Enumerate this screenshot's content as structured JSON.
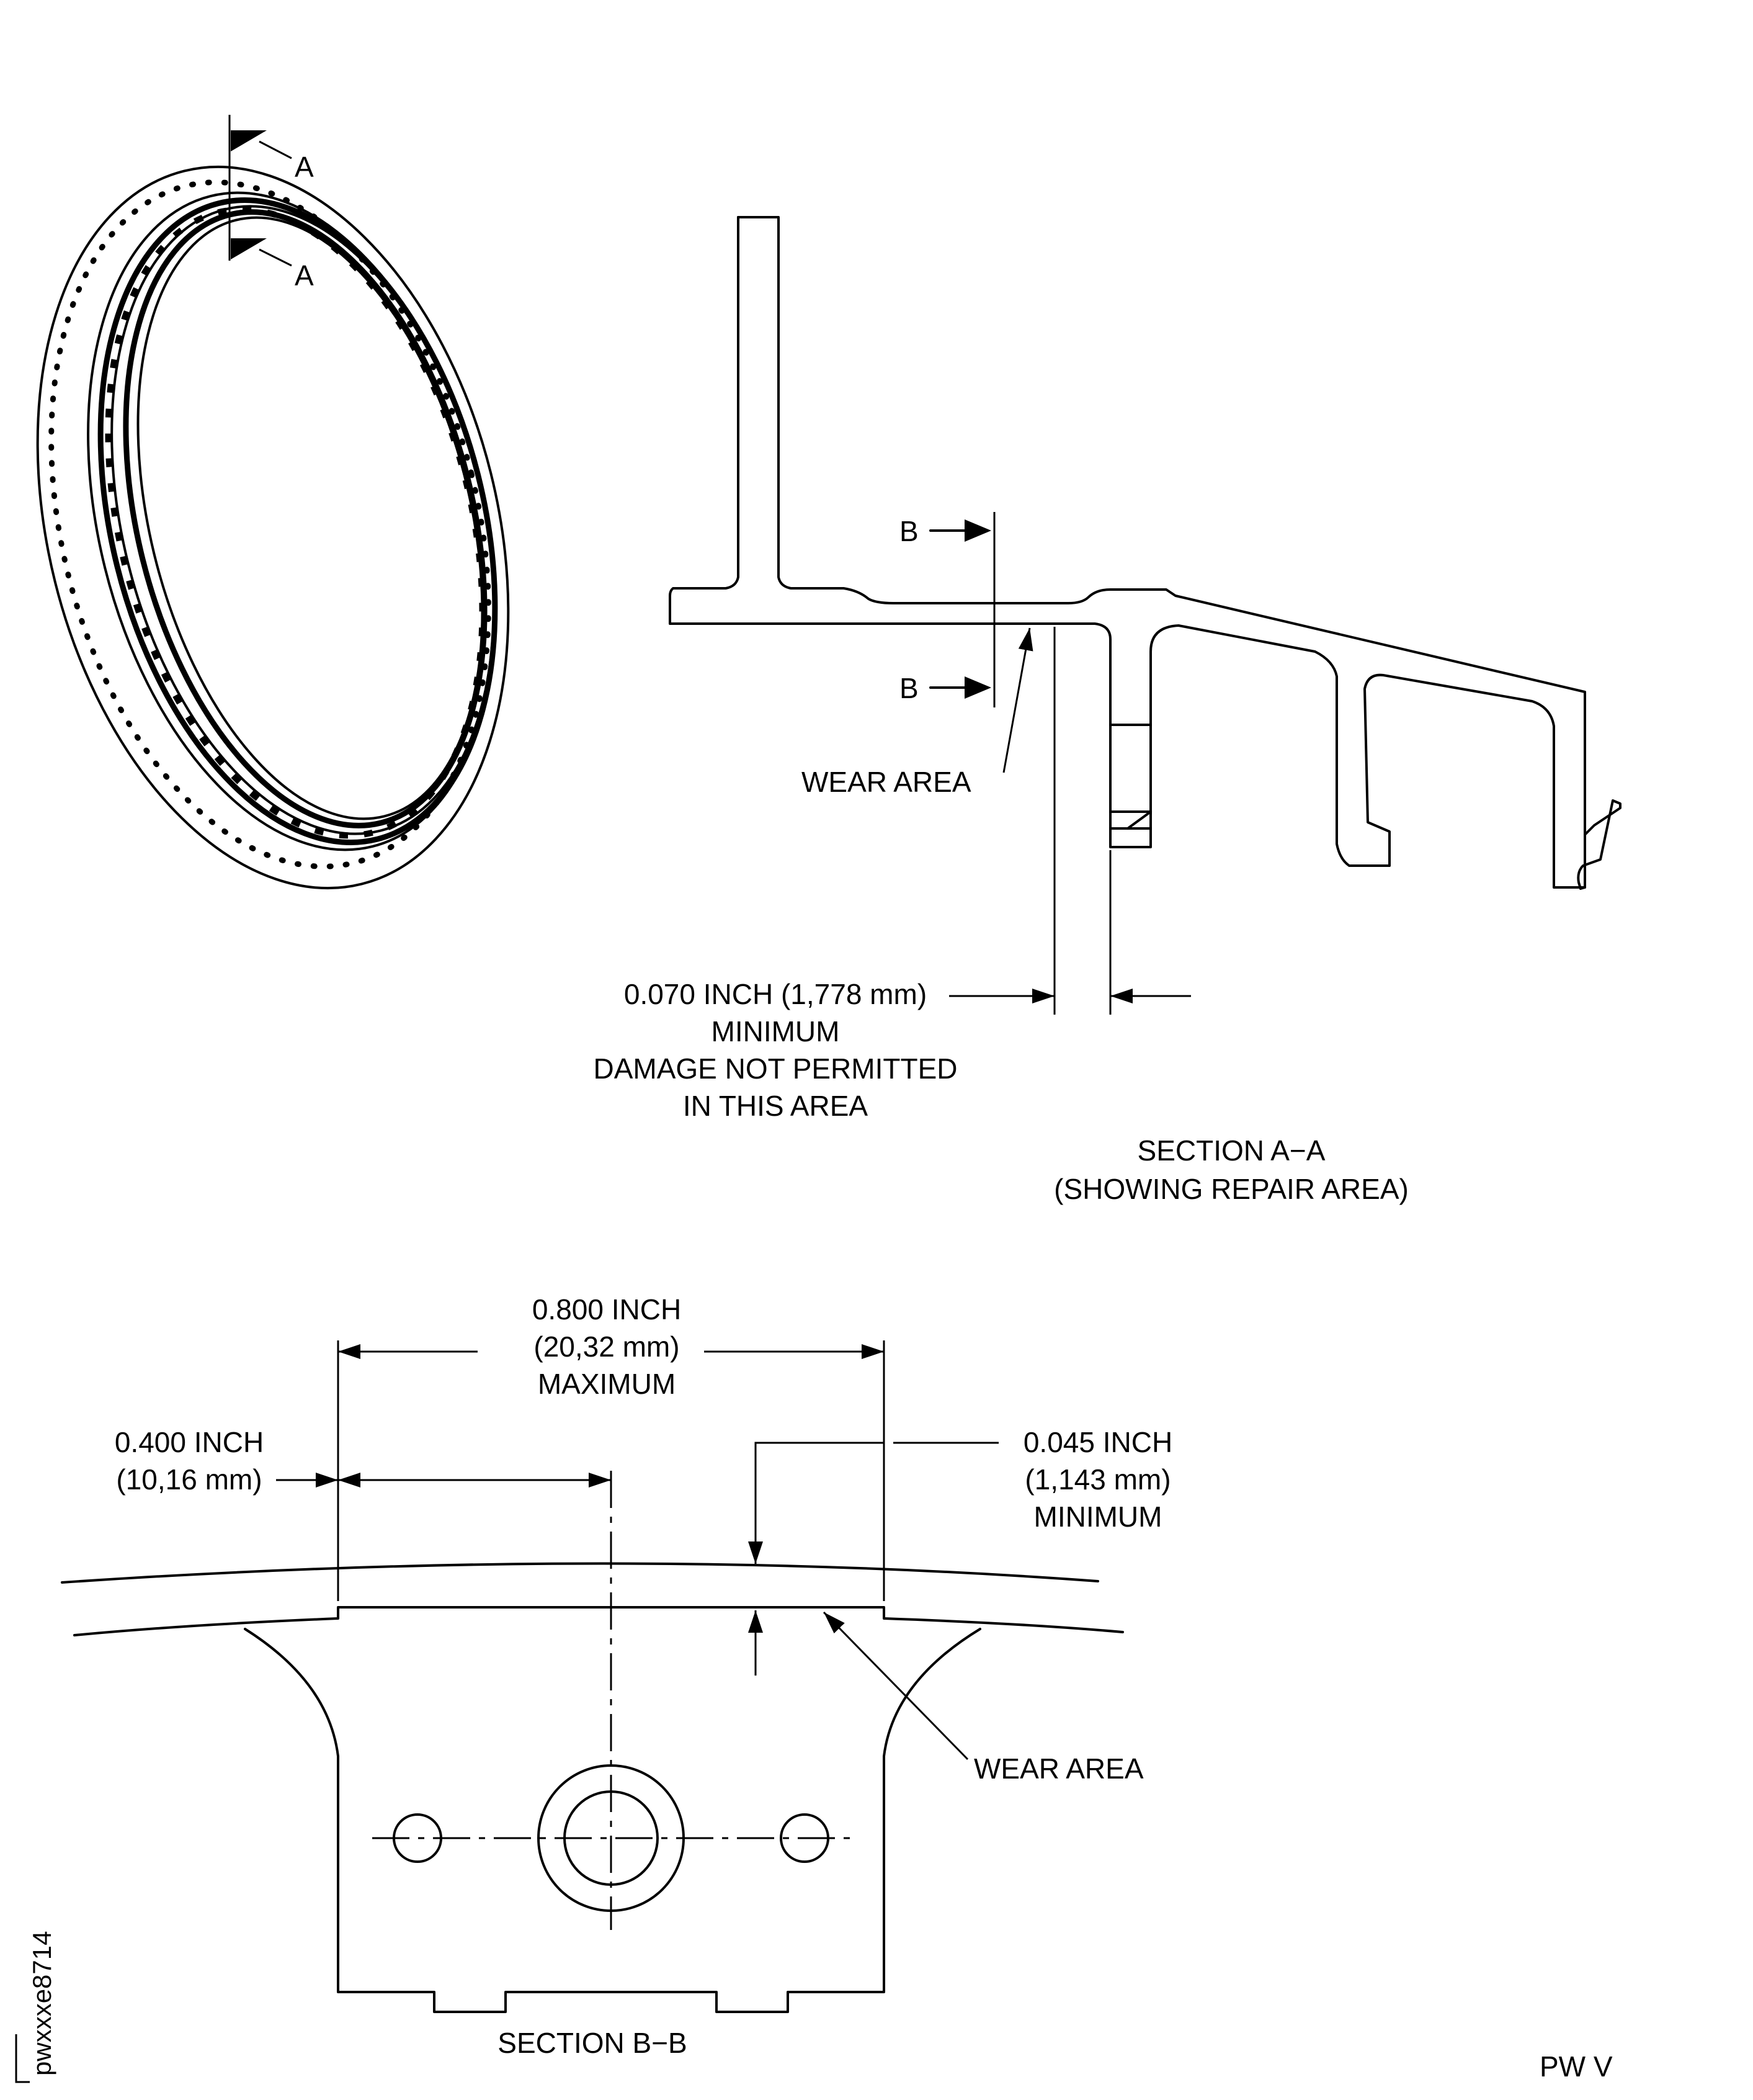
{
  "figure_id": "pwxxxe8714",
  "footer_code": "PW V",
  "iso_view": {
    "cut_label_top": "A",
    "cut_label_bottom": "A"
  },
  "section_aa": {
    "title": "SECTION A−A",
    "subtitle": "(SHOWING REPAIR AREA)",
    "cut_label_top": "B",
    "cut_label_bottom": "B",
    "wear_area": "WEAR AREA",
    "dimension": {
      "line1": "0.070 INCH (1,778 mm)",
      "line2": "MINIMUM",
      "line3": "DAMAGE NOT PERMITTED",
      "line4": "IN THIS AREA"
    }
  },
  "section_bb": {
    "title": "SECTION B−B",
    "wear_area": "WEAR AREA",
    "width_dim": {
      "line1": "0.800 INCH",
      "line2": "(20,32 mm)",
      "line3": "MAXIMUM"
    },
    "half_dim": {
      "line1": "0.400 INCH",
      "line2": "(10,16 mm)"
    },
    "depth_dim": {
      "line1": "0.045 INCH",
      "line2": "(1,143 mm)",
      "line3": "MINIMUM"
    }
  }
}
